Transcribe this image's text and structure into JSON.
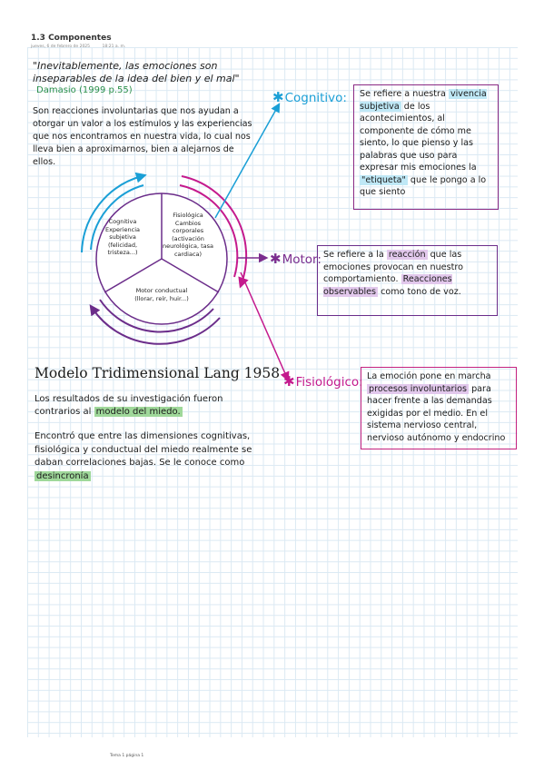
{
  "page": {
    "title": "1.3 Componentes",
    "meta": [
      "jueves, 6 de febrero de 2025",
      "18:21 a. m."
    ],
    "footer": "Tema 1 página 1"
  },
  "left": {
    "quote": "\"Inevitablemente, las emociones son inseparables de la idea del bien y el mal\"",
    "quote_author": "Damasio (1999 p.55)",
    "paragraph1": "Son reacciones involuntarias que nos ayudan a otorgar un valor a los estímulos y las experiencias que nos encontramos en nuestra vida, lo cual nos lleva bien a aproximarnos, bien a alejarnos de ellos.",
    "heading": "Modelo Tridimensional Lang 1958",
    "p2_a": "Los resultados de su investigación fueron contrarios al ",
    "p2_hl": "modelo del miedo.",
    "p3_a": "Encontró que entre las dimensiones cognitivas, fisiológica y conductual del miedo realmente se daban correlaciones bajas. Se le conoce como ",
    "p3_hl": "desincronía"
  },
  "cycle": {
    "cognitive": "Cognitiva Experiencia subjetiva (felicidad, tristeza...)",
    "physiological": "Fisiológica Cambios corporales (activación neurológica, tasa cardiaca)",
    "motor": "Motor conductual (llorar, reír, huir...)"
  },
  "components": {
    "cognitivo": {
      "label": "Cognitivo:",
      "t1": "Se refiere a nuestra ",
      "hl": "vivencia subjetiva",
      "t2": " de los acontecimientos, al componente de cómo me siento, lo que pienso y las palabras que uso para expresar mis emociones la ",
      "hl2": "\"etiqueta\"",
      "t3": " que le pongo a lo que siento"
    },
    "motor": {
      "label": "Motor:",
      "t1": "Se refiere a la ",
      "hl": "reacción",
      "t2": " que las emociones provocan en nuestro comportamiento. ",
      "hl2": "Reacciones observables",
      "t3": " como tono de voz."
    },
    "fisiologico": {
      "label": "Fisiológico:",
      "t1": "La emoción pone en marcha ",
      "hl": "procesos involuntarios",
      "t2": " para hacer frente a las demandas exigidas por el medio. En el sistema nervioso central, nervioso autónomo y endocrino"
    }
  },
  "colors": {
    "cognitive": "#1a9fd6",
    "motor": "#7b2d8e",
    "physiological": "#c41a8d",
    "highlight_green": "#9fd89a"
  }
}
